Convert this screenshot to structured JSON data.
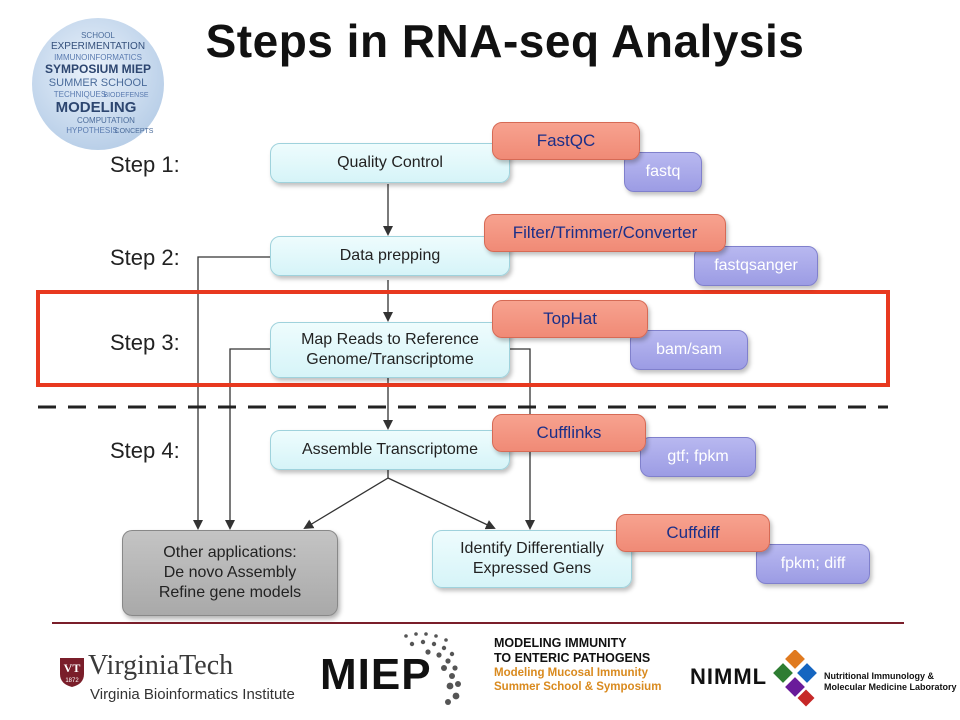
{
  "title": "Steps in RNA-seq Analysis",
  "logo_words": [
    "SCHOOL",
    "EXPERIMENTATION",
    "IMMUNOINFORMATICS",
    "SYMPOSIUM MIEP",
    "SUMMER SCHOOL",
    "TECHNIQUES",
    "BIODEFENSE",
    "MODELING",
    "COMPUTATION",
    "HYPOTHESIS",
    "CONCEPTS"
  ],
  "steps": [
    {
      "label": "Step 1:",
      "process": "Quality Control",
      "tool": "FastQC",
      "format": "fastq"
    },
    {
      "label": "Step 2:",
      "process": "Data prepping",
      "tool": "Filter/Trimmer/Converter",
      "format": "fastqsanger"
    },
    {
      "label": "Step 3:",
      "process_line1": "Map Reads to Reference",
      "process_line2": "Genome/Transcriptome",
      "tool": "TopHat",
      "format": "bam/sam"
    },
    {
      "label": "Step 4:",
      "process": "Assemble Transcriptome",
      "tool": "Cufflinks",
      "format": "gtf; fpkm"
    }
  ],
  "other_box": {
    "line1": "Other applications:",
    "line2": "De novo Assembly",
    "line3": "Refine gene models"
  },
  "diff_box": {
    "line1": "Identify Differentially",
    "line2": "Expressed Gens",
    "tool": "Cuffdiff",
    "format": "fpkm; diff"
  },
  "colors": {
    "highlight": "#e8391f",
    "footer_rule": "#7a1e2a",
    "tool_fill": "#f08a76",
    "format_fill": "#a3a3e6",
    "process_fill": "#dff6fa"
  },
  "footer": {
    "vt_name": "VirginiaTech",
    "vt_year": "1872",
    "vt_sub": "Virginia Bioinformatics Institute",
    "miep": "MIEP",
    "miep_title1": "MODELING IMMUNITY",
    "miep_title2": "TO ENTERIC PATHOGENS",
    "miep_sub1": "Modeling Mucosal Immunity",
    "miep_sub2": "Summer School & Symposium",
    "nimml": "NIMML",
    "nimml_sub1": "Nutritional Immunology &",
    "nimml_sub2": "Molecular Medicine Laboratory"
  }
}
